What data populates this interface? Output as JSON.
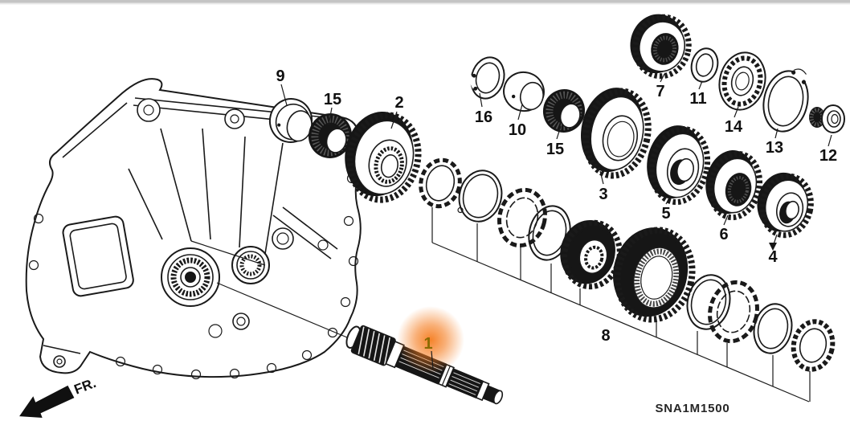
{
  "page": {
    "background": "#ffffff",
    "top_border_color": "#c4c4c4"
  },
  "diagram": {
    "title_code": "SNA1M1500",
    "direction_label": "FR.",
    "line_color": "#1a1a1a",
    "highlight_color": "#f57c1f",
    "highlighted_part": "1",
    "callouts": {
      "c1": "1",
      "c2": "2",
      "c3": "3",
      "c4": "4",
      "c5": "5",
      "c6": "6",
      "c7": "7",
      "c8": "8",
      "c9": "9",
      "c10": "10",
      "c11": "11",
      "c12": "12",
      "c13": "13",
      "c14": "14",
      "c15a": "15",
      "c15b": "15",
      "c16": "16"
    }
  }
}
